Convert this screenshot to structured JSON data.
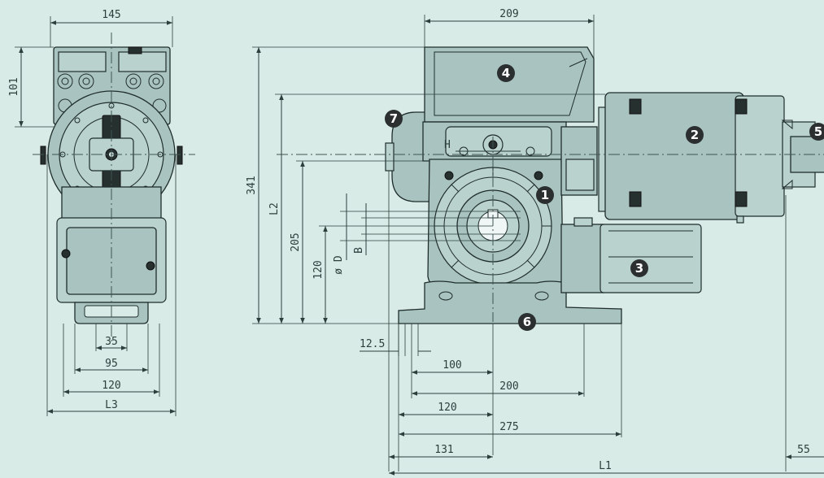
{
  "dimensions": {
    "d145": "145",
    "d101": "101",
    "d35": "35",
    "d95": "95",
    "d120_front": "120",
    "dL3": "L3",
    "d209": "209",
    "d341": "341",
    "dL2": "L2",
    "d205": "205",
    "d120_side": "120",
    "dOD": "ø D",
    "dB": "B",
    "dH": "H",
    "d12_5": "12.5",
    "d100": "100",
    "d200": "200",
    "d120_base": "120",
    "d275": "275",
    "d131": "131",
    "dL1": "L1",
    "d55": "55"
  },
  "callouts": [
    "1",
    "2",
    "3",
    "4",
    "5",
    "6",
    "7"
  ],
  "colors": {
    "background": "#d9ebe7",
    "body": "#a9c4c0",
    "badge": "#2b2f2f",
    "line": "#2c3f3c"
  }
}
